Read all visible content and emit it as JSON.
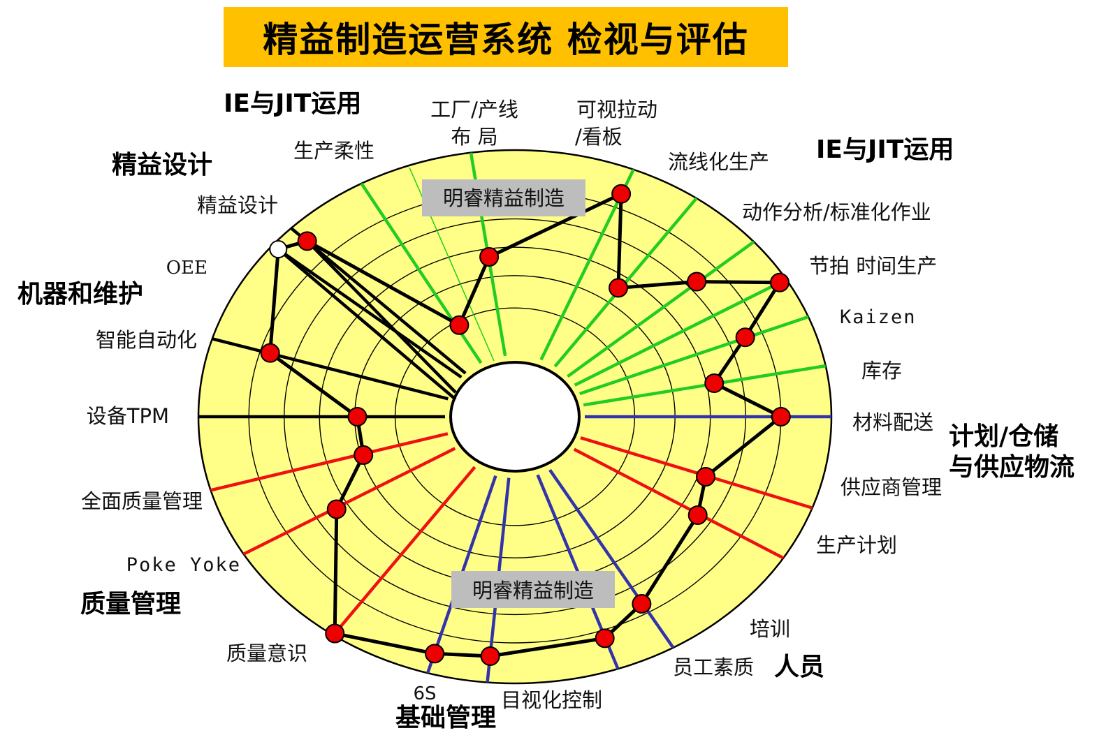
{
  "title": "精益制造运营系统 检视与评估",
  "watermark": "明睿精益制造",
  "colors": {
    "title_bg": "#ffc000",
    "fill": "#ffff88",
    "green": "#22cc22",
    "blue": "#3333aa",
    "red": "#ee1111",
    "black": "#000000",
    "marker": "#ee0000"
  },
  "group_labels": {
    "ie_jit_left": "IE与JIT运用",
    "ie_jit_right": "IE与JIT运用",
    "lean_design": "精益设计",
    "machine_maintenance": "机器和维护",
    "planning_line1": "计划/仓储",
    "planning_line2": "与供应物流",
    "quality": "质量管理",
    "basic": "基础管理",
    "people": "人员"
  },
  "spokes": [
    {
      "label": "精益设计",
      "color": "black",
      "score": 0.91
    },
    {
      "label": "OEE",
      "color": "black",
      "score": 0.97
    },
    {
      "label": "智能自动化",
      "color": "black",
      "score": 0.76
    },
    {
      "label": "设备TPM",
      "color": "black",
      "score": 0.37
    },
    {
      "label": "全面质量管理",
      "color": "red",
      "score": 0.37
    },
    {
      "label": "Poke Yoke",
      "color": "red",
      "score": 0.57
    },
    {
      "label": "质量意识",
      "color": "red",
      "score": 0.99
    },
    {
      "label": "6S",
      "color": "blue",
      "score": 0.9
    },
    {
      "label": "目视化控制",
      "color": "blue",
      "score": 0.87
    },
    {
      "label": "员工素质",
      "color": "blue",
      "score": 0.84
    },
    {
      "label": "培训",
      "color": "blue",
      "score": 0.75
    },
    {
      "label": "生产计划",
      "color": "red",
      "score": 0.6
    },
    {
      "label": "供应商管理",
      "color": "red",
      "score": 0.55
    },
    {
      "label": "材料配送",
      "color": "blue",
      "score": 0.8
    },
    {
      "label": "库存",
      "color": "green",
      "score": 0.55
    },
    {
      "label": "Kaizen",
      "color": "green",
      "score": 0.73
    },
    {
      "label": "节拍 时间生产",
      "color": "green",
      "score": 0.97
    },
    {
      "label": "动作分析/标准化作业",
      "color": "green",
      "score": 0.7
    },
    {
      "label": "流线化生产",
      "color": "green",
      "score": 0.46
    },
    {
      "label": "可视拉动",
      "label2": "/看板",
      "color": "green",
      "score": 0.87
    },
    {
      "label": "工厂/产线",
      "label2": "布 局",
      "color": "green",
      "score": 0.48
    },
    {
      "label": "生产柔性",
      "color": "green",
      "score": 0.2
    }
  ]
}
